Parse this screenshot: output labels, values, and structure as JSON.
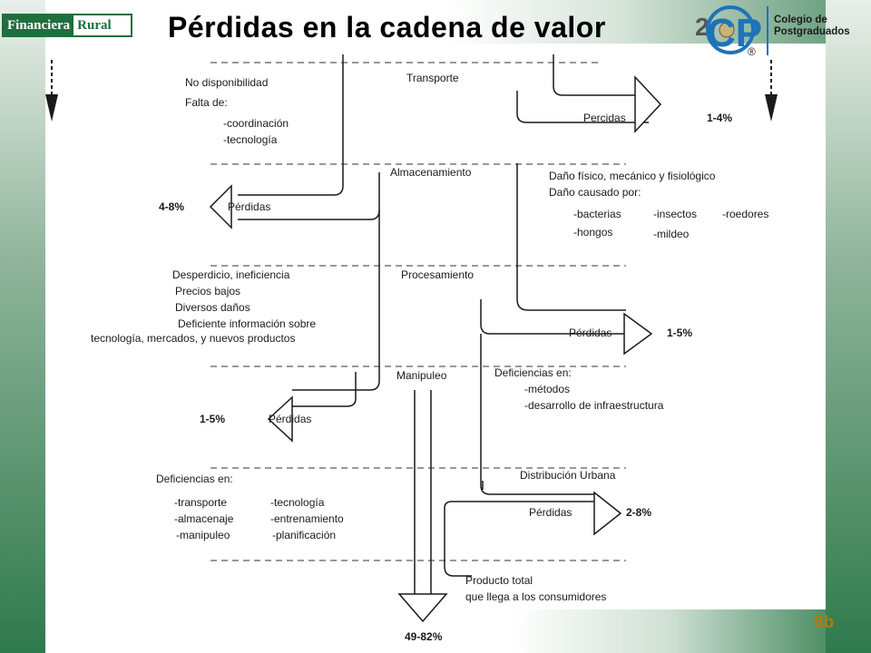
{
  "header": {
    "title": "Pérdidas en la cadena de valor",
    "title_suffix": "2",
    "logo_left_a": "Financiera",
    "logo_left_b": "Rural",
    "logo_right_lines": [
      "Colegio de",
      "Postgraduados"
    ],
    "logo_right_mark": "CP",
    "registered": "®"
  },
  "footer": {
    "slide_number": "6b"
  },
  "colors": {
    "band_green": "#2f7a4c",
    "slide_number": "#b5790f"
  },
  "diagram": {
    "stages": {
      "transporte": "Transporte",
      "almacenamiento": "Almacenamiento",
      "procesamiento": "Procesamiento",
      "manipuleo": "Manipuleo",
      "distribucion": "Distribución Urbana"
    },
    "loss_label": "Pérdidas",
    "loss_label_alt": "Percidas",
    "losses": {
      "transporte": "1-4%",
      "almacenamiento": "4-8%",
      "procesamiento": "1-5%",
      "manipuleo": "1-5%",
      "distribucion": "2-8%"
    },
    "causes": {
      "transporte": [
        "No disponibilidad",
        "Falta de:",
        "-coordinación",
        "-tecnología"
      ],
      "almacenamiento": [
        "Daño físico, mecánico y fisiológico",
        "Daño causado por:",
        "-bacterias",
        "-insectos",
        "-roedores",
        "-hongos",
        "-mildeo"
      ],
      "procesamiento": [
        "Desperdicio, ineficiencia",
        "Precios bajos",
        "Diversos daños",
        "Deficiente información sobre",
        "tecnología, mercados, y nuevos productos"
      ],
      "manipuleo": [
        "Deficiencias en:",
        "-métodos",
        "-desarrollo de infraestructura"
      ],
      "distribucion": [
        "Deficiencias en:",
        "-transporte",
        "-tecnología",
        "-almacenaje",
        "-entrenamiento",
        "-manipuleo",
        "-planificación"
      ]
    },
    "final": {
      "lines": [
        "Producto total",
        "que llega a los consumidores"
      ],
      "percent": "49-82%"
    }
  }
}
